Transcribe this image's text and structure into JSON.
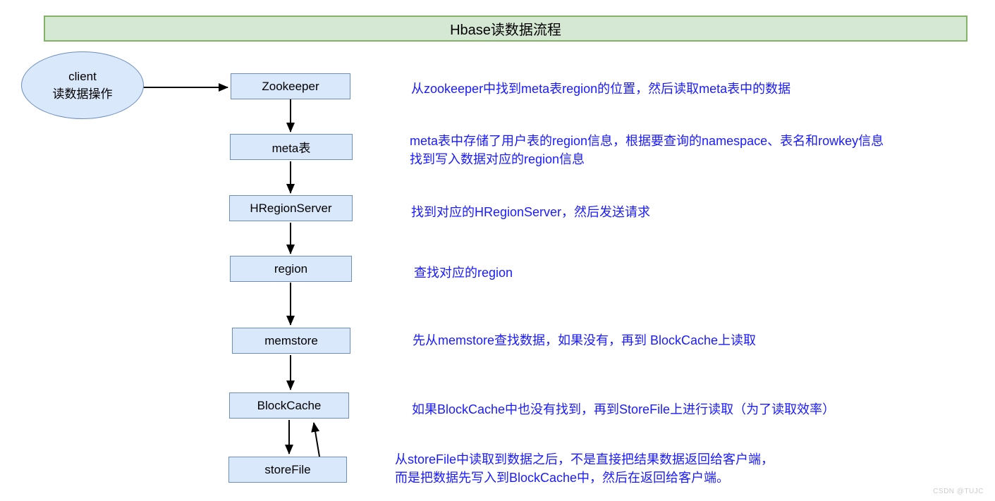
{
  "title": "Hbase读数据流程",
  "client_node": {
    "label": "client\n读数据操作"
  },
  "nodes": [
    {
      "label": "Zookeeper",
      "note": "从zookeeper中找到meta表region的位置，然后读取meta表中的数据"
    },
    {
      "label": "meta表",
      "note": "meta表中存储了用户表的region信息，根据要查询的namespace、表名和rowkey信息\n找到写入数据对应的region信息"
    },
    {
      "label": "HRegionServer",
      "note": "找到对应的HRegionServer，然后发送请求"
    },
    {
      "label": "region",
      "note": "查找对应的region"
    },
    {
      "label": "memstore",
      "note": "先从memstore查找数据，如果没有，再到 BlockCache上读取"
    },
    {
      "label": "BlockCache",
      "note": "如果BlockCache中也没有找到，再到StoreFile上进行读取（为了读取效率）"
    },
    {
      "label": "storeFile",
      "note": "从storeFile中读取到数据之后，不是直接把结果数据返回给客户端，\n而是把数据先写入到BlockCache中，然后在返回给客户端。"
    }
  ],
  "watermark": "CSDN @TUJC",
  "colors": {
    "title_bg": "#d5e8d4",
    "title_border": "#82b366",
    "node_bg": "#dae8fc",
    "node_border": "#6c8ebf",
    "note_text": "#1a1aff",
    "arrow": "#000000"
  }
}
